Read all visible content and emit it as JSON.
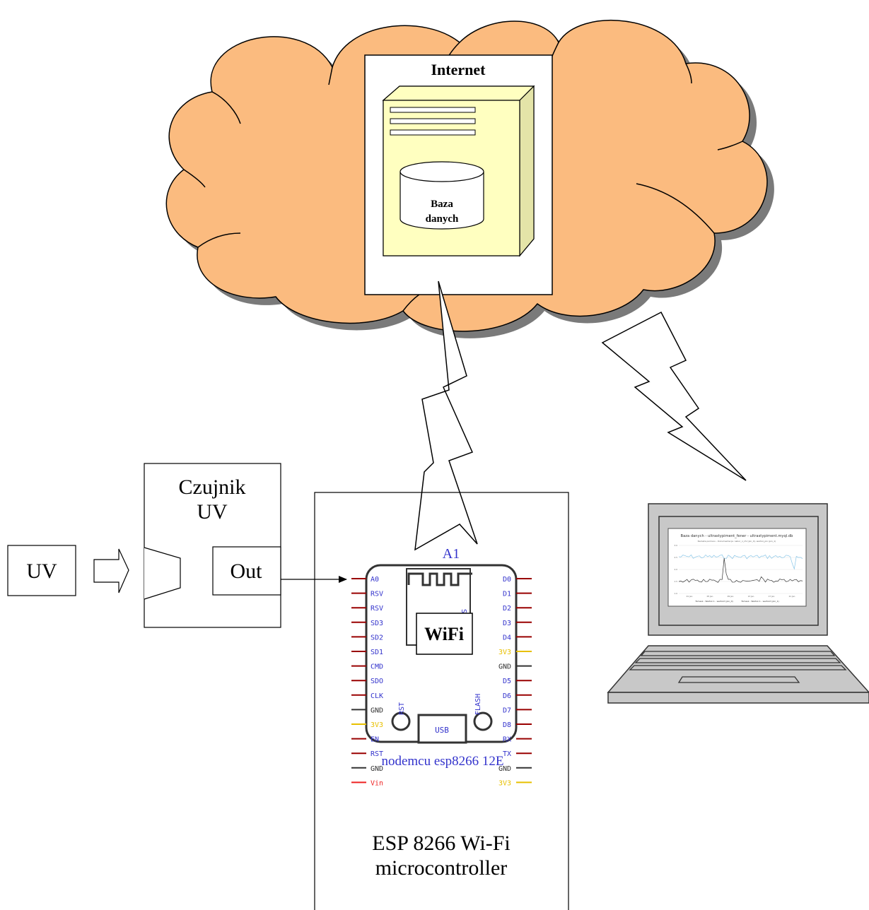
{
  "cloud": {
    "fill": "#fbbb7f",
    "shadow": "#7a7a7a"
  },
  "server_box": {
    "title": "Internet",
    "tower_fill": "#ffffc0",
    "database_label_line1": "Baza",
    "database_label_line2": "danych"
  },
  "uv_source": {
    "label": "UV"
  },
  "sensor": {
    "label_line1": "Czujnik",
    "label_line2": "UV",
    "out_label": "Out"
  },
  "board": {
    "module_id": "A1",
    "wifi_label": "WiFi",
    "chip_mark": "S3",
    "usb_label": "USB",
    "rst_label": "RST",
    "flash_label": "FLASH",
    "model_caption": "nodemcu esp8266 12E",
    "caption_line1": "ESP 8266 Wi-Fi",
    "caption_line2": "microcontroller",
    "left_pins": [
      {
        "label": "A0",
        "color": "#3333cc",
        "line": "#990000"
      },
      {
        "label": "RSV",
        "color": "#3333cc",
        "line": "#990000"
      },
      {
        "label": "RSV",
        "color": "#3333cc",
        "line": "#990000"
      },
      {
        "label": "SD3",
        "color": "#3333cc",
        "line": "#990000"
      },
      {
        "label": "SD2",
        "color": "#3333cc",
        "line": "#990000"
      },
      {
        "label": "SD1",
        "color": "#3333cc",
        "line": "#990000"
      },
      {
        "label": "CMD",
        "color": "#3333cc",
        "line": "#990000"
      },
      {
        "label": "SDO",
        "color": "#3333cc",
        "line": "#990000"
      },
      {
        "label": "CLK",
        "color": "#3333cc",
        "line": "#990000"
      },
      {
        "label": "GND",
        "color": "#333333",
        "line": "#333333"
      },
      {
        "label": "3V3",
        "color": "#e8c000",
        "line": "#e8c000"
      },
      {
        "label": "EN",
        "color": "#3333cc",
        "line": "#990000"
      },
      {
        "label": "RST",
        "color": "#3333cc",
        "line": "#990000"
      },
      {
        "label": "GND",
        "color": "#333333",
        "line": "#333333"
      },
      {
        "label": "Vin",
        "color": "#ee2222",
        "line": "#ee2222"
      }
    ],
    "right_pins": [
      {
        "label": "D0",
        "color": "#3333cc",
        "line": "#990000"
      },
      {
        "label": "D1",
        "color": "#3333cc",
        "line": "#990000"
      },
      {
        "label": "D2",
        "color": "#3333cc",
        "line": "#990000"
      },
      {
        "label": "D3",
        "color": "#3333cc",
        "line": "#990000"
      },
      {
        "label": "D4",
        "color": "#3333cc",
        "line": "#990000"
      },
      {
        "label": "3V3",
        "color": "#e8c000",
        "line": "#e8c000"
      },
      {
        "label": "GND",
        "color": "#333333",
        "line": "#333333"
      },
      {
        "label": "D5",
        "color": "#3333cc",
        "line": "#990000"
      },
      {
        "label": "D6",
        "color": "#3333cc",
        "line": "#990000"
      },
      {
        "label": "D7",
        "color": "#3333cc",
        "line": "#990000"
      },
      {
        "label": "D8",
        "color": "#3333cc",
        "line": "#990000"
      },
      {
        "label": "RX",
        "color": "#3333cc",
        "line": "#990000"
      },
      {
        "label": "TX",
        "color": "#3333cc",
        "line": "#990000"
      },
      {
        "label": "GND",
        "color": "#333333",
        "line": "#333333"
      },
      {
        "label": "3V3",
        "color": "#e8c000",
        "line": "#e8c000"
      }
    ]
  },
  "laptop": {
    "body_fill": "#c8c8c8",
    "screen_title": "Baza danych - ultrastypiment_fener - ultrastypiment.myql.db",
    "screen_subtitle": "Nameta pomiaru - Dokumentacja: nabor_n_UV (pin_0), wartoś_pin (pin_1)",
    "legend_1": "Tomasz - Wartoś 1 - wartość (pin_0)",
    "legend_2": "Tomasz - Wartoś 1 - wartość (pin_1)",
    "x_ticks": [
      "01 Jan",
      "05 Jan",
      "09 Jan",
      "13 Jan",
      "17 Jan",
      "21 Jan"
    ],
    "y_ticks": [
      "3.0",
      "2.5",
      "2.0",
      "1.5",
      "1.0"
    ],
    "line_colors": [
      "#88c6e8",
      "#333333"
    ]
  }
}
